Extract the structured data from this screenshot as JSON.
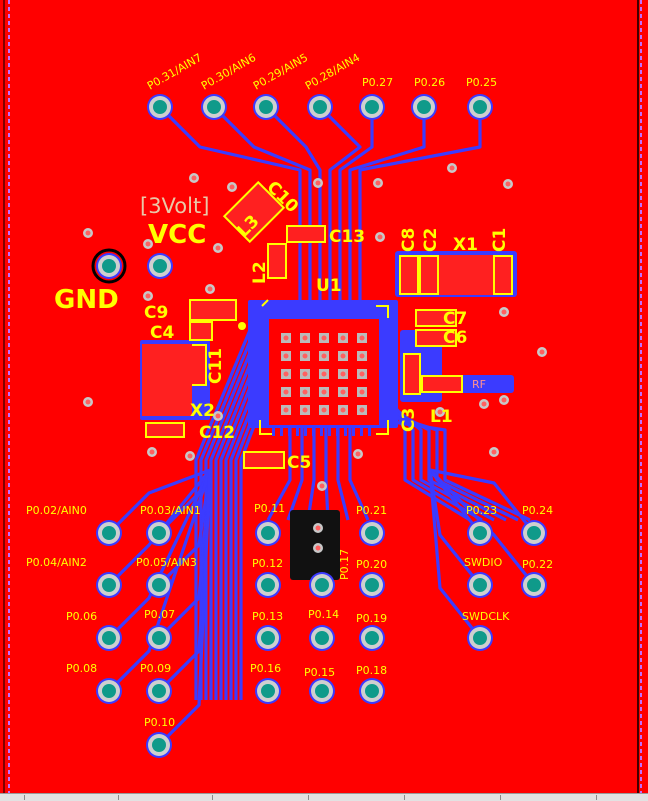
{
  "colors": {
    "board": "#ff0000",
    "copper": "#3b3bff",
    "silk": "#ffff00",
    "pad": "#cfcfcf",
    "pad_hole": "#0f9a8a"
  },
  "silkscreen": {
    "pins_top": [
      "P0.31/AIN7",
      "P0.30/AIN6",
      "P0.29/AIN5",
      "P0.28/AIN4",
      "P0.27",
      "P0.26",
      "P0.25"
    ],
    "pins_left": [
      "P0.02/AIN0",
      "P0.03/AIN1",
      "P0.04/AIN2",
      "P0.05/AIN3",
      "P0.06",
      "P0.07",
      "P0.08",
      "P0.09",
      "P0.10"
    ],
    "pins_mid": [
      "P0.11",
      "P0.21",
      "P0.12",
      "P0.17",
      "P0.20",
      "P0.13",
      "P0.14",
      "P0.19",
      "P0.16",
      "P0.15",
      "P0.18"
    ],
    "pins_right": [
      "P0.23",
      "P0.24",
      "SWDIO",
      "P0.22",
      "SWDCLK"
    ],
    "components": {
      "u1": "U1",
      "x1": "X1",
      "x2": "X2",
      "c1": "C1",
      "c2": "C2",
      "c3": "C3",
      "c4": "C4",
      "c5": "C5",
      "c6": "C6",
      "c7": "C7",
      "c8": "C8",
      "c9": "C9",
      "c10": "C10",
      "c11": "C11",
      "c12": "C12",
      "c13": "C13",
      "l1": "L1",
      "l2": "L2",
      "l3": "L3"
    },
    "power": {
      "volt": "[3Volt]",
      "vcc": "VCC",
      "gnd": "GND"
    },
    "rf": "RF"
  }
}
